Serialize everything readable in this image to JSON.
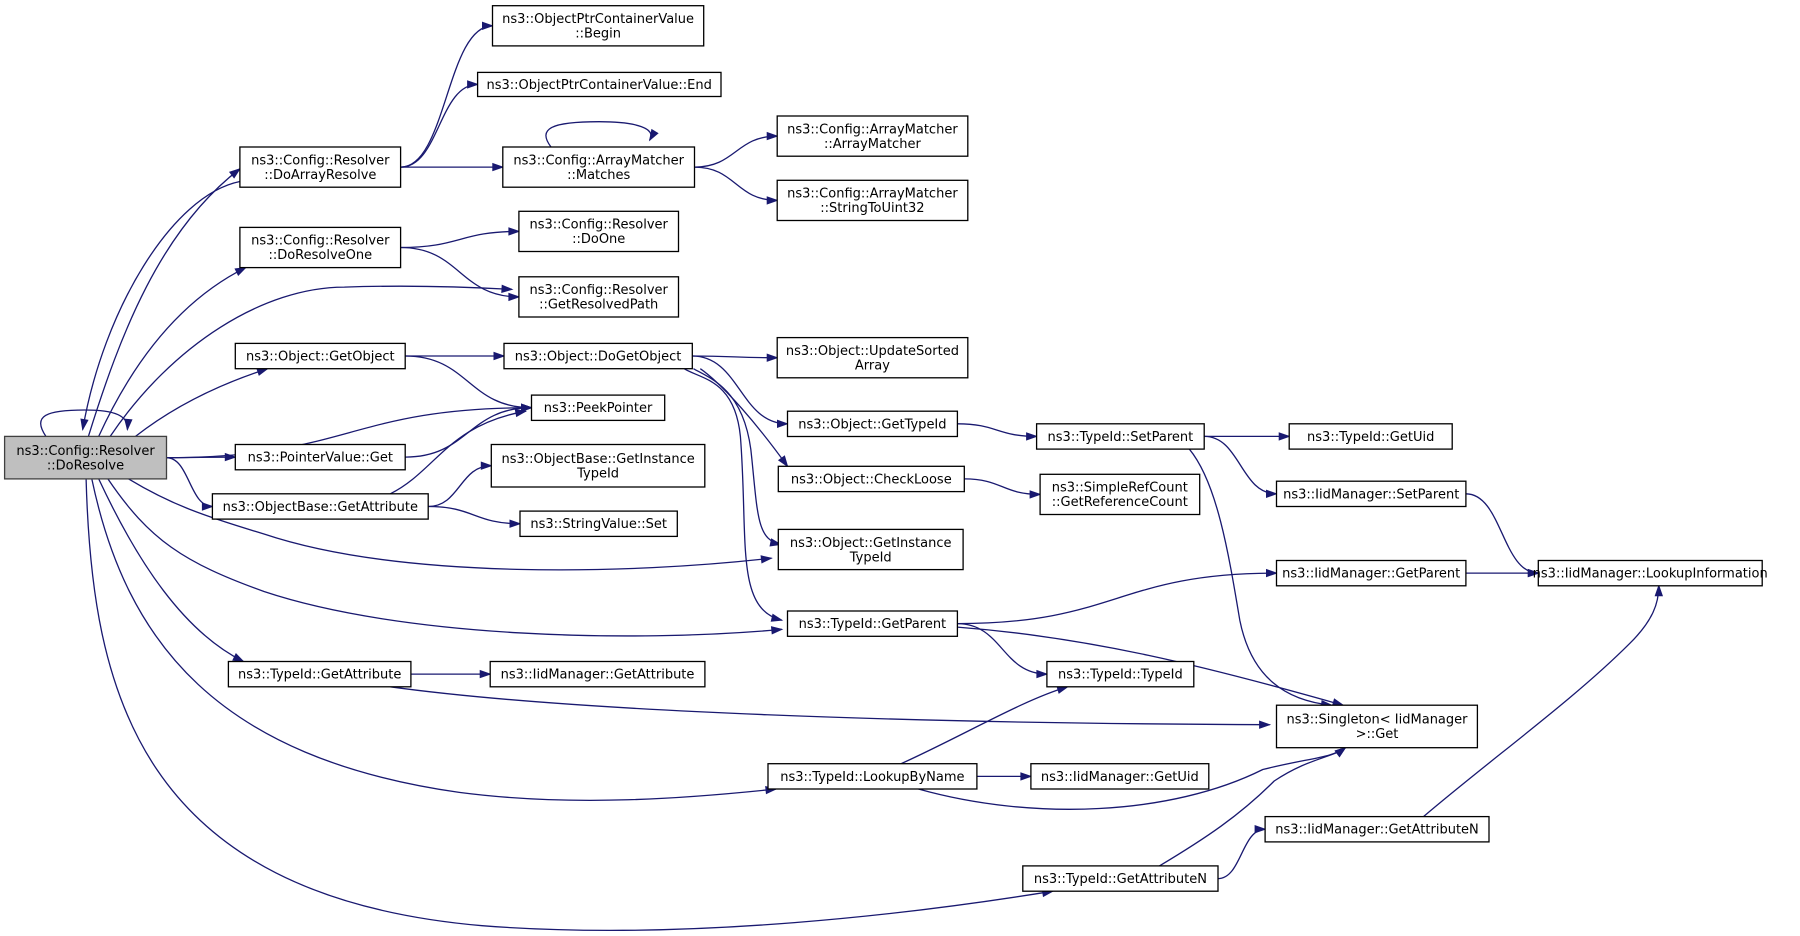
{
  "nodes": [
    {
      "id": "resolver_doresolve",
      "lines": [
        "ns3::Config::Resolver",
        "::DoResolve"
      ],
      "root": true
    },
    {
      "id": "resolver_doarrayresolve",
      "lines": [
        "ns3::Config::Resolver",
        "::DoArrayResolve"
      ]
    },
    {
      "id": "objptr_begin",
      "lines": [
        "ns3::ObjectPtrContainerValue",
        "::Begin"
      ]
    },
    {
      "id": "objptr_end",
      "lines": [
        "ns3::ObjectPtrContainerValue::End"
      ]
    },
    {
      "id": "arraymatcher_matches",
      "lines": [
        "ns3::Config::ArrayMatcher",
        "::Matches"
      ]
    },
    {
      "id": "arraymatcher_ctor",
      "lines": [
        "ns3::Config::ArrayMatcher",
        "::ArrayMatcher"
      ]
    },
    {
      "id": "arraymatcher_stringtouint32",
      "lines": [
        "ns3::Config::ArrayMatcher",
        "::StringToUint32"
      ]
    },
    {
      "id": "resolver_doresolveone",
      "lines": [
        "ns3::Config::Resolver",
        "::DoResolveOne"
      ]
    },
    {
      "id": "resolver_doone",
      "lines": [
        "ns3::Config::Resolver",
        "::DoOne"
      ]
    },
    {
      "id": "resolver_getresolvedpath",
      "lines": [
        "ns3::Config::Resolver",
        "::GetResolvedPath"
      ]
    },
    {
      "id": "object_getobject",
      "lines": [
        "ns3::Object::GetObject"
      ]
    },
    {
      "id": "object_dogetobject",
      "lines": [
        "ns3::Object::DoGetObject"
      ]
    },
    {
      "id": "object_updatesortedarray",
      "lines": [
        "ns3::Object::UpdateSorted",
        "Array"
      ]
    },
    {
      "id": "peekpointer",
      "lines": [
        "ns3::PeekPointer"
      ]
    },
    {
      "id": "object_gettypeid",
      "lines": [
        "ns3::Object::GetTypeId"
      ]
    },
    {
      "id": "typeid_setparent",
      "lines": [
        "ns3::TypeId::SetParent"
      ]
    },
    {
      "id": "typeid_getuid",
      "lines": [
        "ns3::TypeId::GetUid"
      ]
    },
    {
      "id": "pointervalue_get",
      "lines": [
        "ns3::PointerValue::Get"
      ]
    },
    {
      "id": "objectbase_getinstancetypeid",
      "lines": [
        "ns3::ObjectBase::GetInstance",
        "TypeId"
      ]
    },
    {
      "id": "object_checkloose",
      "lines": [
        "ns3::Object::CheckLoose"
      ]
    },
    {
      "id": "simplerefcount_getreferencecount",
      "lines": [
        "ns3::SimpleRefCount",
        "::GetReferenceCount"
      ]
    },
    {
      "id": "iidmanager_setparent",
      "lines": [
        "ns3::IidManager::SetParent"
      ]
    },
    {
      "id": "objectbase_getattribute",
      "lines": [
        "ns3::ObjectBase::GetAttribute"
      ]
    },
    {
      "id": "stringvalue_set",
      "lines": [
        "ns3::StringValue::Set"
      ]
    },
    {
      "id": "object_getinstancetypeid",
      "lines": [
        "ns3::Object::GetInstance",
        "TypeId"
      ]
    },
    {
      "id": "iidmanager_getparent",
      "lines": [
        "ns3::IidManager::GetParent"
      ]
    },
    {
      "id": "iidmanager_lookupinformation",
      "lines": [
        "ns3::IidManager::LookupInformation"
      ]
    },
    {
      "id": "typeid_getparent",
      "lines": [
        "ns3::TypeId::GetParent"
      ]
    },
    {
      "id": "typeid_getattribute",
      "lines": [
        "ns3::TypeId::GetAttribute"
      ]
    },
    {
      "id": "iidmanager_getattribute",
      "lines": [
        "ns3::IidManager::GetAttribute"
      ]
    },
    {
      "id": "typeid_typeid",
      "lines": [
        "ns3::TypeId::TypeId"
      ]
    },
    {
      "id": "singleton_get",
      "lines": [
        "ns3::Singleton< IidManager",
        " >::Get"
      ]
    },
    {
      "id": "typeid_lookupbyname",
      "lines": [
        "ns3::TypeId::LookupByName"
      ]
    },
    {
      "id": "iidmanager_getuid",
      "lines": [
        "ns3::IidManager::GetUid"
      ]
    },
    {
      "id": "iidmanager_getattributen",
      "lines": [
        "ns3::IidManager::GetAttributeN"
      ]
    },
    {
      "id": "typeid_getattributen",
      "lines": [
        "ns3::TypeId::GetAttributeN"
      ]
    }
  ],
  "edges": [
    [
      "resolver_doresolve",
      "resolver_doresolve"
    ],
    [
      "resolver_doresolve",
      "resolver_doarrayresolve"
    ],
    [
      "resolver_doresolve",
      "resolver_doresolveone"
    ],
    [
      "resolver_doresolve",
      "resolver_getresolvedpath"
    ],
    [
      "resolver_doresolve",
      "object_getobject"
    ],
    [
      "resolver_doresolve",
      "peekpointer"
    ],
    [
      "resolver_doresolve",
      "pointervalue_get"
    ],
    [
      "resolver_doresolve",
      "objectbase_getattribute"
    ],
    [
      "resolver_doresolve",
      "object_getinstancetypeid"
    ],
    [
      "resolver_doresolve",
      "typeid_getparent"
    ],
    [
      "resolver_doresolve",
      "typeid_getattribute"
    ],
    [
      "resolver_doresolve",
      "typeid_lookupbyname"
    ],
    [
      "resolver_doresolve",
      "typeid_getattributen"
    ],
    [
      "resolver_doarrayresolve",
      "resolver_doresolve"
    ],
    [
      "resolver_doarrayresolve",
      "objptr_begin"
    ],
    [
      "resolver_doarrayresolve",
      "objptr_end"
    ],
    [
      "resolver_doarrayresolve",
      "arraymatcher_matches"
    ],
    [
      "arraymatcher_matches",
      "arraymatcher_matches"
    ],
    [
      "arraymatcher_matches",
      "arraymatcher_ctor"
    ],
    [
      "arraymatcher_matches",
      "arraymatcher_stringtouint32"
    ],
    [
      "resolver_doresolveone",
      "resolver_doone"
    ],
    [
      "resolver_doresolveone",
      "resolver_getresolvedpath"
    ],
    [
      "object_getobject",
      "object_dogetobject"
    ],
    [
      "object_getobject",
      "peekpointer"
    ],
    [
      "object_dogetobject",
      "object_updatesortedarray"
    ],
    [
      "object_dogetobject",
      "object_gettypeid"
    ],
    [
      "object_dogetobject",
      "object_checkloose"
    ],
    [
      "object_dogetobject",
      "object_getinstancetypeid"
    ],
    [
      "object_dogetobject",
      "typeid_getparent"
    ],
    [
      "object_gettypeid",
      "typeid_setparent"
    ],
    [
      "typeid_setparent",
      "typeid_getuid"
    ],
    [
      "typeid_setparent",
      "iidmanager_setparent"
    ],
    [
      "typeid_setparent",
      "singleton_get"
    ],
    [
      "iidmanager_setparent",
      "iidmanager_lookupinformation"
    ],
    [
      "object_checkloose",
      "simplerefcount_getreferencecount"
    ],
    [
      "pointervalue_get",
      "peekpointer"
    ],
    [
      "objectbase_getattribute",
      "peekpointer"
    ],
    [
      "objectbase_getattribute",
      "objectbase_getinstancetypeid"
    ],
    [
      "objectbase_getattribute",
      "stringvalue_set"
    ],
    [
      "typeid_getparent",
      "iidmanager_getparent"
    ],
    [
      "typeid_getparent",
      "typeid_typeid"
    ],
    [
      "typeid_getparent",
      "singleton_get"
    ],
    [
      "iidmanager_getparent",
      "iidmanager_lookupinformation"
    ],
    [
      "typeid_getattribute",
      "iidmanager_getattribute"
    ],
    [
      "typeid_getattribute",
      "singleton_get"
    ],
    [
      "typeid_lookupbyname",
      "typeid_typeid"
    ],
    [
      "typeid_lookupbyname",
      "iidmanager_getuid"
    ],
    [
      "typeid_lookupbyname",
      "singleton_get"
    ],
    [
      "typeid_getattributen",
      "iidmanager_getattributen"
    ],
    [
      "typeid_getattributen",
      "singleton_get"
    ],
    [
      "iidmanager_getattributen",
      "iidmanager_lookupinformation"
    ]
  ]
}
